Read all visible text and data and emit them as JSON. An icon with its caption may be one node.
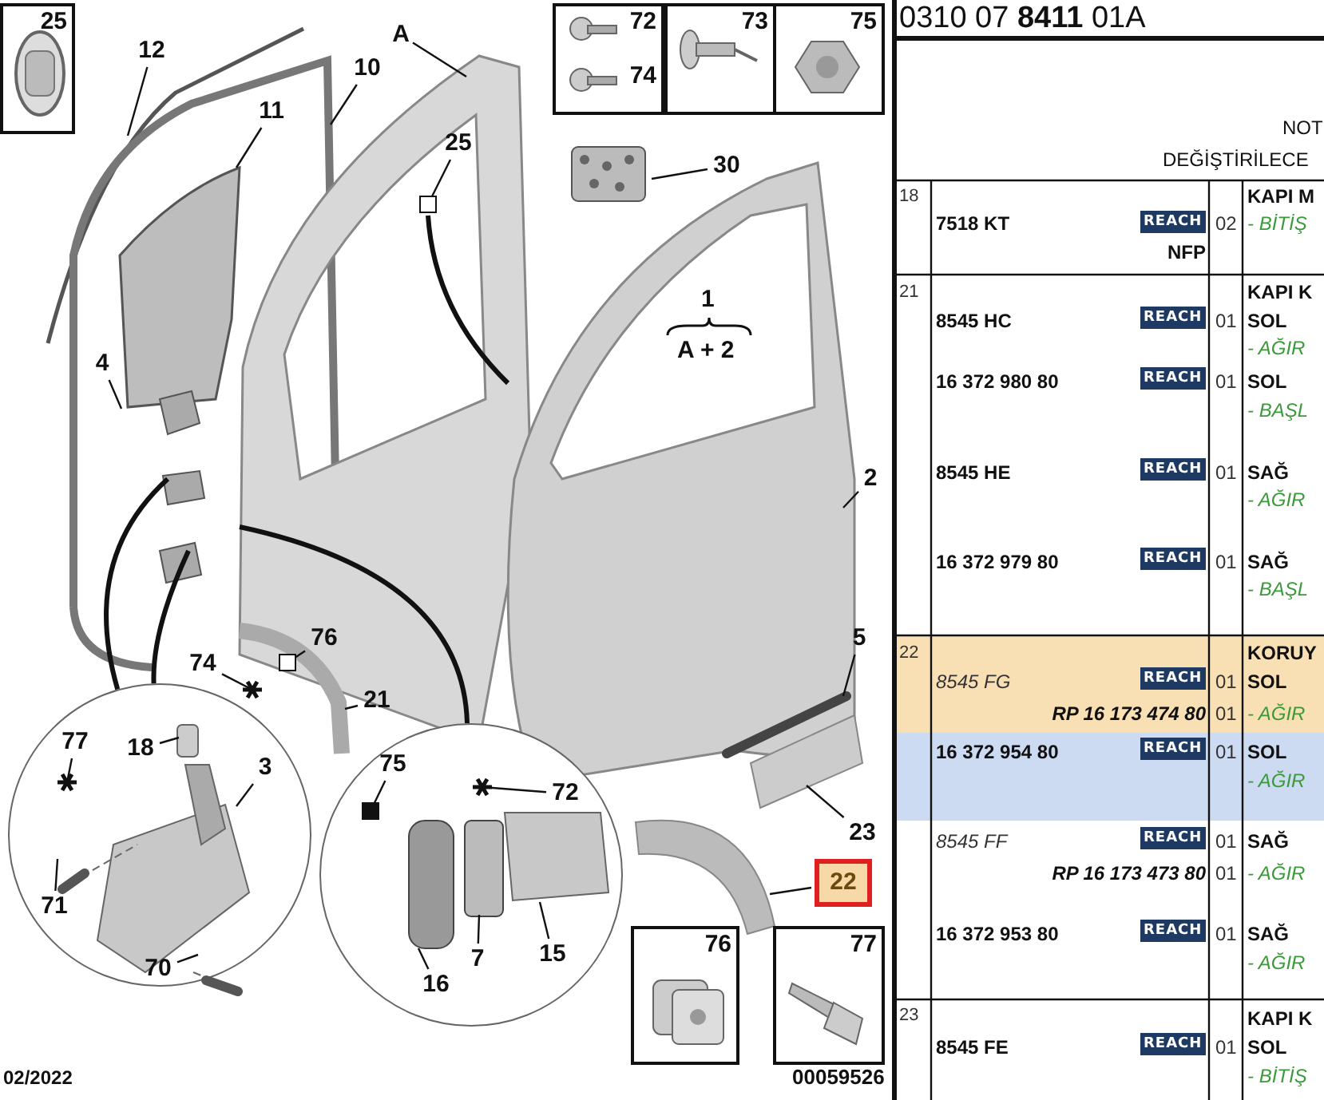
{
  "diagram": {
    "nodes": [
      {
        "text": [
          "25"
        ]
      },
      {
        "text": [
          "72",
          "74"
        ]
      },
      {
        "text": [
          "73"
        ]
      },
      {
        "text": [
          "75"
        ]
      },
      {
        "text": [
          "12"
        ]
      },
      {
        "text": [
          "10"
        ]
      },
      {
        "text": [
          "11"
        ]
      },
      {
        "text": [
          "A"
        ]
      },
      {
        "text": [
          "25"
        ]
      },
      {
        "text": [
          "30"
        ]
      },
      {
        "text": [
          "2"
        ]
      },
      {
        "text": [
          "4"
        ]
      },
      {
        "text": [
          "5"
        ]
      },
      {
        "text": [
          "21"
        ]
      },
      {
        "text": [
          "74"
        ]
      },
      {
        "text": [
          "76"
        ]
      },
      {
        "text": [
          "23"
        ]
      },
      {
        "text": [
          "22"
        ]
      },
      {
        "text": [],
        "shape": "circle"
      },
      {
        "text": [
          "77"
        ],
        "in": 18
      },
      {
        "text": [
          "18"
        ],
        "in": 18
      },
      {
        "text": [
          "3"
        ],
        "in": 18
      },
      {
        "text": [
          "71"
        ],
        "in": 18
      },
      {
        "text": [
          "70"
        ],
        "in": 18
      },
      {
        "text": [],
        "shape": "circle"
      },
      {
        "text": [
          "75"
        ],
        "in": 24
      },
      {
        "text": [
          "72"
        ],
        "in": 24
      },
      {
        "text": [
          "7"
        ],
        "in": 24
      },
      {
        "text": [
          "15"
        ],
        "in": 24
      },
      {
        "text": [
          "16"
        ],
        "in": 24
      },
      {
        "text": [
          "76"
        ]
      },
      {
        "text": [
          "77"
        ]
      }
    ],
    "edges": [
      {
        "from": 4,
        "to": null,
        "arrow": "none"
      },
      {
        "from": 5,
        "to": null,
        "arrow": "none"
      },
      {
        "from": 6,
        "to": null,
        "arrow": "none"
      },
      {
        "from": 7,
        "to": null,
        "arrow": "none"
      },
      {
        "from": 8,
        "to": null,
        "arrow": "other"
      },
      {
        "from": 9,
        "to": null,
        "arrow": "none"
      },
      {
        "from": 10,
        "to": null,
        "arrow": "none"
      },
      {
        "from": 11,
        "to": null,
        "arrow": "none"
      },
      {
        "from": 12,
        "to": null,
        "arrow": "none"
      },
      {
        "from": 13,
        "to": null,
        "arrow": "none"
      },
      {
        "from": 14,
        "to": null,
        "arrow": "other"
      },
      {
        "from": 15,
        "to": null,
        "arrow": "other"
      },
      {
        "from": 16,
        "to": null,
        "arrow": "none"
      },
      {
        "from": 17,
        "to": null,
        "arrow": "none"
      },
      {
        "from": 18,
        "to": null,
        "arrow": "none",
        "style": "thick"
      },
      {
        "from": 18,
        "to": null,
        "arrow": "none",
        "style": "thick"
      },
      {
        "from": 24,
        "to": null,
        "arrow": "none",
        "style": "thick"
      },
      {
        "from": 19,
        "to": null,
        "arrow": "other"
      },
      {
        "from": 20,
        "to": null,
        "arrow": "none"
      },
      {
        "from": 21,
        "to": null,
        "arrow": "none"
      },
      {
        "from": 22,
        "to": null,
        "arrow": "none"
      },
      {
        "from": 23,
        "to": null,
        "arrow": "none"
      },
      {
        "from": 25,
        "to": null,
        "arrow": "other"
      },
      {
        "from": 26,
        "to": null,
        "arrow": "other"
      },
      {
        "from": 27,
        "to": null,
        "arrow": "none"
      },
      {
        "from": 28,
        "to": null,
        "arrow": "none"
      },
      {
        "from": 29,
        "to": null,
        "arrow": "none"
      }
    ],
    "labels": [
      "0310 07 **8411** 01A",
      "NOT",
      "DEĞİŞTİRİLECE",
      "18",
      "KAPI M",
      "7518 KT",
      "REACH",
      "02",
      "- BİTİŞ",
      "NFP",
      "21",
      "KAPI K",
      "8545 HC",
      "REACH",
      "01",
      "SOL",
      "- AĞIR",
      "16 372 980 80",
      "REACH",
      "01",
      "SOL",
      "- BAŞL",
      "8545 HE",
      "REACH",
      "01",
      "SAĞ",
      "- AĞIR",
      "16 372 979 80",
      "REACH",
      "01",
      "SAĞ",
      "- BAŞL",
      "22",
      "KORUY",
      "8545 FG",
      "REACH",
      "01",
      "SOL",
      "RP 16 173 474 80",
      "01",
      "- AĞIR",
      "16 372 954 80",
      "REACH",
      "01",
      "SOL",
      "- AĞIR",
      "8545 FF",
      "REACH",
      "01",
      "SAĞ",
      "RP 16 173 473 80",
      "01",
      "- AĞIR",
      "16 372 953 80",
      "REACH",
      "01",
      "SAĞ",
      "- AĞIR",
      "23",
      "KAPI K",
      "8545 FE",
      "REACH",
      "01",
      "SOL",
      "- BİTİŞ",
      "1",
      "A + 2",
      "02/2022",
      "00059526"
    ]
  }
}
